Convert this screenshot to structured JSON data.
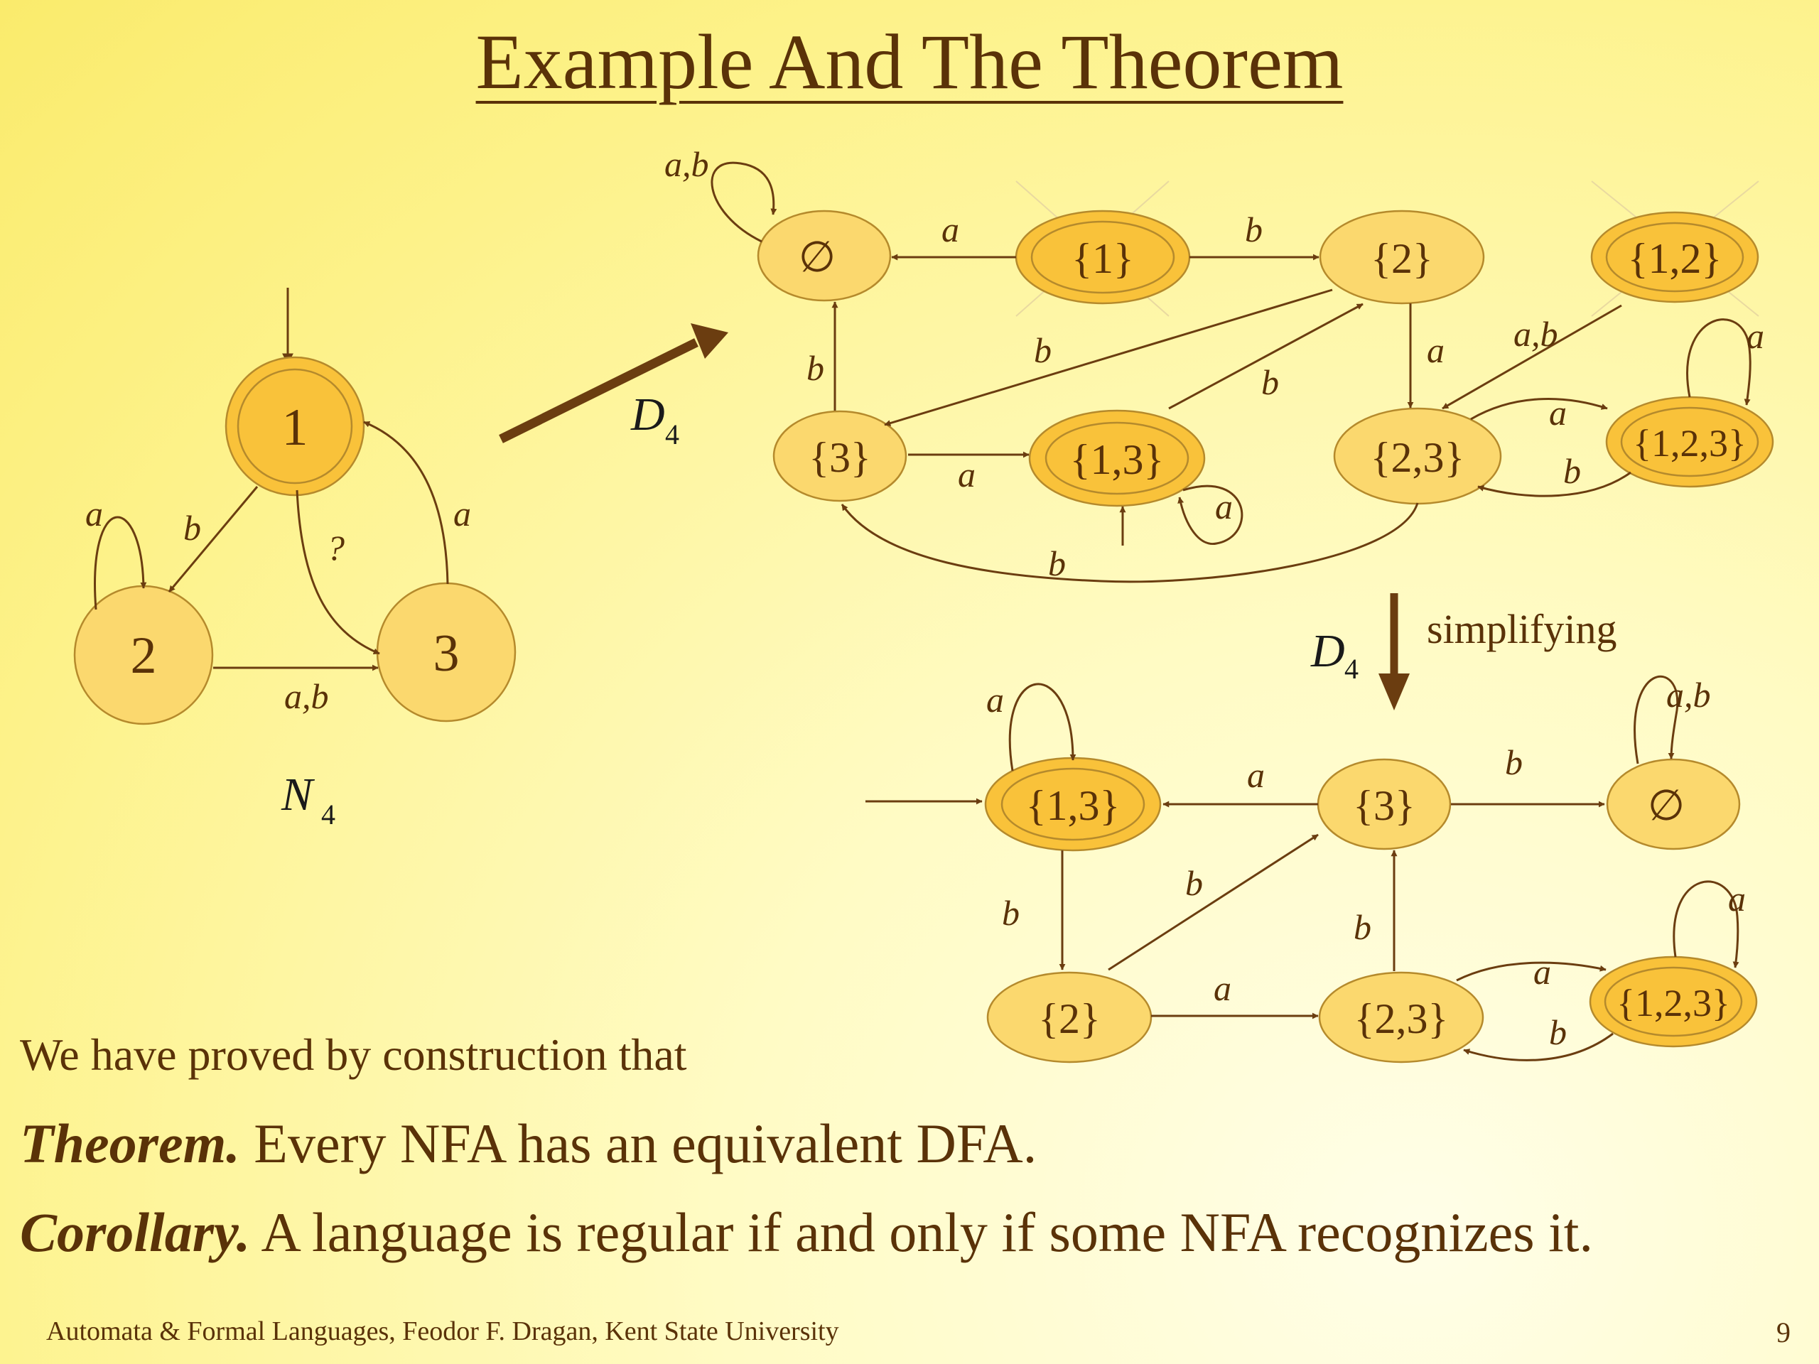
{
  "title": "Example And The Theorem",
  "nfa": {
    "name": "N",
    "name_sub": "4",
    "states": [
      "1",
      "2",
      "3"
    ],
    "edge_labels": {
      "self_2": "a",
      "e12": "b",
      "e23": "a,b",
      "e31": "a",
      "e13": "?"
    }
  },
  "dfa": {
    "name": "D",
    "name_sub": "4",
    "arrow_label": "D",
    "states": [
      "∅",
      "{1}",
      "{2}",
      "{1,2}",
      "{3}",
      "{1,3}",
      "{2,3}",
      "{1,2,3}"
    ],
    "edge_labels": {
      "empty_self": "a,b",
      "e1_empty": "a",
      "e1_2": "b",
      "e3_empty": "b",
      "e2_3": "b",
      "e13_2": "b",
      "e2_23": "a",
      "e12_23": "a,b",
      "e3_13": "a",
      "e13_self": "a",
      "e23_123": "a",
      "e123_23": "b",
      "e123_self": "a",
      "e23_3": "b"
    }
  },
  "simplified": {
    "arrow_label": "D",
    "arrow_sub": "4",
    "caption": "simplifying",
    "states": [
      "{1,3}",
      "{3}",
      "∅",
      "{2}",
      "{2,3}",
      "{1,2,3}"
    ],
    "edge_labels": {
      "e13_self": "a",
      "e3_13": "a",
      "e3_empty": "b",
      "empty_self": "a,b",
      "e13_2": "b",
      "e2_3": "b",
      "e23_3": "b",
      "e2_23": "a",
      "e23_123": "a",
      "e123_23": "b",
      "e123_self": "a"
    }
  },
  "text": {
    "line1": "We have proved by construction that",
    "theorem_label": "Theorem.",
    "theorem": " Every NFA has an equivalent DFA.",
    "corollary_label": "Corollary.",
    "corollary": " A language is regular if and only if some NFA recognizes it."
  },
  "footer": "Automata & Formal Languages, Feodor F. Dragan, Kent State University",
  "page_number": "9"
}
